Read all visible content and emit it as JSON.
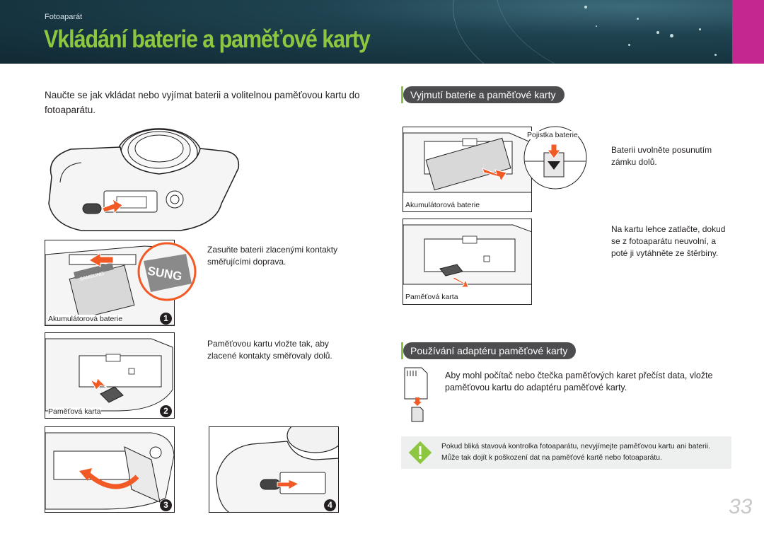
{
  "header": {
    "breadcrumb": "Fotoaparát",
    "title": "Vkládání baterie a paměťové karty"
  },
  "intro": "Naučte se jak vkládat nebo vyjímat baterii a volitelnou paměťovou kartu do fotoaparátu.",
  "insert_steps": {
    "step1": {
      "number": "1",
      "label": "Akumulátorová baterie",
      "caption": "Zasuňte baterii zlacenými kontakty směřujícími doprava.",
      "brand_text": "SAMSUNG",
      "zoom_text": "SUNG"
    },
    "step2": {
      "number": "2",
      "label": "Paměťová karta",
      "caption": "Paměťovou kartu vložte tak, aby zlacené kontakty směřovaly dolů."
    },
    "step3": {
      "number": "3"
    },
    "step4": {
      "number": "4"
    }
  },
  "remove_section": {
    "title": "Vyjmutí baterie a paměťové karty",
    "battery": {
      "callout": "Pojistka baterie",
      "label": "Akumulátorová baterie",
      "caption": "Baterii uvolněte posunutím zámku dolů."
    },
    "card": {
      "label": "Paměťová karta",
      "caption": "Na kartu lehce zatlačte, dokud se z fotoaparátu neuvolní, a poté ji vytáhněte ze štěrbiny."
    }
  },
  "adapter_section": {
    "title": "Používání adaptéru paměťové karty",
    "text": "Aby mohl počítač nebo čtečka paměťových karet přečíst data, vložte paměťovou kartu do adaptéru paměťové karty."
  },
  "warning": {
    "text": "Pokud bliká stavová kontrolka fotoaparátu, nevyjímejte paměťovou kartu ani baterii. Může tak dojít k poškození dat na paměťové kartě nebo fotoaparátu."
  },
  "page_number": "33",
  "colors": {
    "header_bg": "#163440",
    "title_green": "#8dc63f",
    "magenta_tab": "#c4278f",
    "pill_bg": "#4d4d4f",
    "arrow_orange": "#f15a24",
    "warning_bg": "#eef0f0",
    "warning_icon": "#8dc63f"
  }
}
